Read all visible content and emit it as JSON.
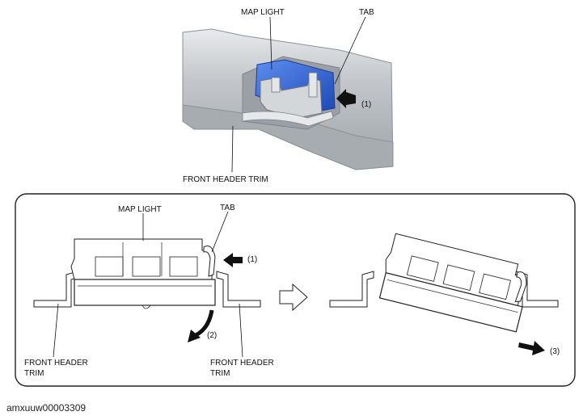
{
  "top_figure": {
    "map_light_label": "MAP LIGHT",
    "tab_label": "TAB",
    "step1_label": "(1)",
    "front_header_trim_label": "FRONT HEADER TRIM",
    "colors": {
      "map_light": "#2f62d6",
      "trim": "#bfc3c8"
    }
  },
  "detail_figure": {
    "map_light_label": "MAP LIGHT",
    "tab_label": "TAB",
    "step1_label": "(1)",
    "step2_label": "(2)",
    "step3_label": "(3)",
    "front_header_trim_left_line1": "FRONT HEADER",
    "front_header_trim_left_line2": "TRIM",
    "front_header_trim_right_line1": "FRONT HEADER",
    "front_header_trim_right_line2": "TRIM",
    "next_step_arrow_icon": "hollow-right-arrow-icon"
  },
  "document_id": "amxuuw00003309"
}
